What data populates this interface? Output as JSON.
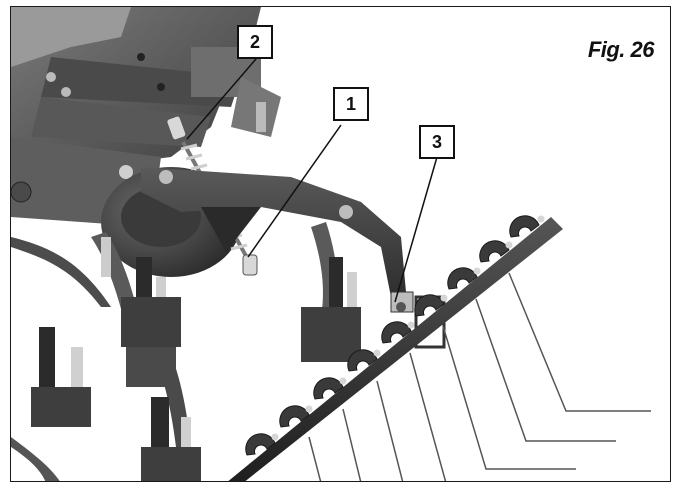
{
  "figure": {
    "caption": "Fig. 26",
    "callouts": [
      {
        "id": "callout-2",
        "label": "2"
      },
      {
        "id": "callout-1",
        "label": "1"
      },
      {
        "id": "callout-3",
        "label": "3"
      }
    ]
  },
  "colors": {
    "frame": "#1a1a1a",
    "metal_dark": "#3a3a3a",
    "metal_mid": "#6b6b6b",
    "metal_light": "#a8a8a8",
    "background": "#ffffff"
  }
}
